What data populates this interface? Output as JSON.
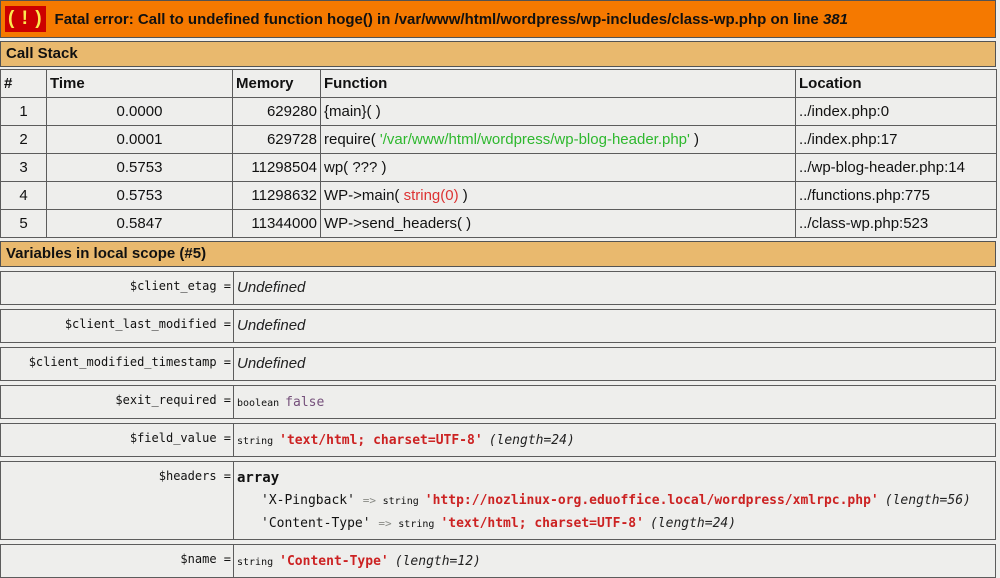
{
  "colors": {
    "banner_orange": "#f57900",
    "section_tan": "#e9b96e",
    "cell_gray": "#eeeeec",
    "icon_red": "#cc0000",
    "icon_yellow": "#fce94f",
    "arg_green": "#2eb82e",
    "arg_red": "#dd3333",
    "string_red": "#cc2222",
    "bool_purple": "#75507b"
  },
  "error": {
    "icon": "( ! )",
    "message_prefix": "Fatal error: Call to undefined function hoge() in /var/www/html/wordpress/wp-includes/class-wp.php on line ",
    "line_number": "381"
  },
  "call_stack": {
    "title": "Call Stack",
    "columns": [
      "#",
      "Time",
      "Memory",
      "Function",
      "Location"
    ],
    "rows": [
      {
        "num": "1",
        "time": "0.0000",
        "memory": "629280",
        "function": [
          {
            "t": "{main}( )"
          }
        ],
        "location": "../index.php:0"
      },
      {
        "num": "2",
        "time": "0.0001",
        "memory": "629728",
        "function": [
          {
            "t": "require( "
          },
          {
            "t": "'/var/www/html/wordpress/wp-blog-header.php'",
            "c": "green"
          },
          {
            "t": " )"
          }
        ],
        "location": "../index.php:17"
      },
      {
        "num": "3",
        "time": "0.5753",
        "memory": "11298504",
        "function": [
          {
            "t": "wp( ??? )"
          }
        ],
        "location": "../wp-blog-header.php:14"
      },
      {
        "num": "4",
        "time": "0.5753",
        "memory": "11298632",
        "function": [
          {
            "t": "WP->main( "
          },
          {
            "t": "string(0)",
            "c": "red"
          },
          {
            "t": " )"
          }
        ],
        "location": "../functions.php:775"
      },
      {
        "num": "5",
        "time": "0.5847",
        "memory": "11344000",
        "function": [
          {
            "t": "WP->send_headers( )"
          }
        ],
        "location": "../class-wp.php:523"
      }
    ]
  },
  "variables": {
    "title": "Variables in local scope (#5)",
    "rows": [
      {
        "name": "$client_etag =",
        "lines": [
          [
            {
              "t": "Undefined",
              "s": "undef"
            }
          ]
        ]
      },
      {
        "name": "$client_last_modified =",
        "lines": [
          [
            {
              "t": "Undefined",
              "s": "undef"
            }
          ]
        ]
      },
      {
        "name": "$client_modified_timestamp =",
        "lines": [
          [
            {
              "t": "Undefined",
              "s": "undef"
            }
          ]
        ]
      },
      {
        "name": "$exit_required =",
        "lines": [
          [
            {
              "t": "boolean ",
              "s": "small"
            },
            {
              "t": "false",
              "s": "bool"
            }
          ]
        ]
      },
      {
        "name": "$field_value =",
        "lines": [
          [
            {
              "t": "string ",
              "s": "small"
            },
            {
              "t": "'text/html; charset=UTF-8'",
              "s": "str"
            },
            {
              "t": " ",
              "s": "small"
            },
            {
              "t": "(length=24)",
              "s": "len"
            }
          ]
        ]
      },
      {
        "name": "$headers =",
        "lines": [
          [
            {
              "t": "array",
              "s": "arr"
            }
          ],
          [
            {
              "t": "'X-Pingback' ",
              "s": "key"
            },
            {
              "t": "=> ",
              "s": "arrow"
            },
            {
              "t": "string ",
              "s": "small"
            },
            {
              "t": "'http://nozlinux-org.eduoffice.local/wordpress/xmlrpc.php'",
              "s": "str"
            },
            {
              "t": " ",
              "s": "small"
            },
            {
              "t": "(length=56)",
              "s": "len"
            }
          ],
          [
            {
              "t": "'Content-Type' ",
              "s": "key"
            },
            {
              "t": "=> ",
              "s": "arrow"
            },
            {
              "t": "string ",
              "s": "small"
            },
            {
              "t": "'text/html; charset=UTF-8'",
              "s": "str"
            },
            {
              "t": " ",
              "s": "small"
            },
            {
              "t": "(length=24)",
              "s": "len"
            }
          ]
        ]
      },
      {
        "name": "$name =",
        "lines": [
          [
            {
              "t": "string ",
              "s": "small"
            },
            {
              "t": "'Content-Type'",
              "s": "str"
            },
            {
              "t": " ",
              "s": "small"
            },
            {
              "t": "(length=12)",
              "s": "len"
            }
          ]
        ]
      }
    ]
  }
}
